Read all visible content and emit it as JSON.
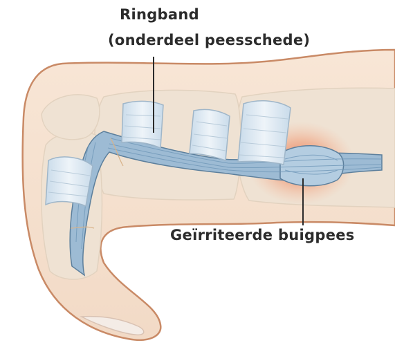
{
  "labels": {
    "ringband": "Ringband",
    "ringband_sub": "(onderdeel peesschede)",
    "irritated_tendon": "Geïrriteerde buigpees"
  },
  "colors": {
    "skin": "#f5e0cd",
    "skin_outline": "#c98a66",
    "bone": "#efe2d3",
    "tendon": "#6f97b8",
    "tendon_light": "#b9d0e3",
    "band": "#e4eef6",
    "inflammation": "#e8603a",
    "text": "#2b2b2b"
  }
}
